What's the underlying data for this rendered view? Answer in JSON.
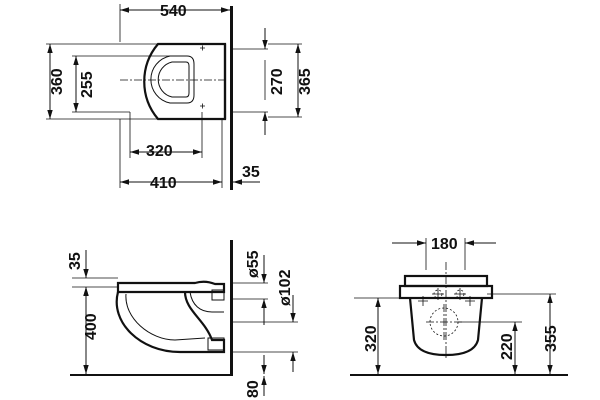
{
  "diagram": {
    "top_view": {
      "width_total": "540",
      "height_total": "360",
      "height_inner": "255",
      "height_right": "270",
      "height_right_total": "365",
      "width_mid": "320",
      "width_bottom": "410",
      "wall_offset": "35"
    },
    "side_view": {
      "top_offset": "35",
      "height": "400",
      "pipe_diameter_small": "ø55",
      "pipe_diameter_large": "ø102",
      "bottom_offset": "80"
    },
    "front_view": {
      "width": "180",
      "height_left": "320",
      "height_mid": "220",
      "height_right": "355"
    }
  }
}
